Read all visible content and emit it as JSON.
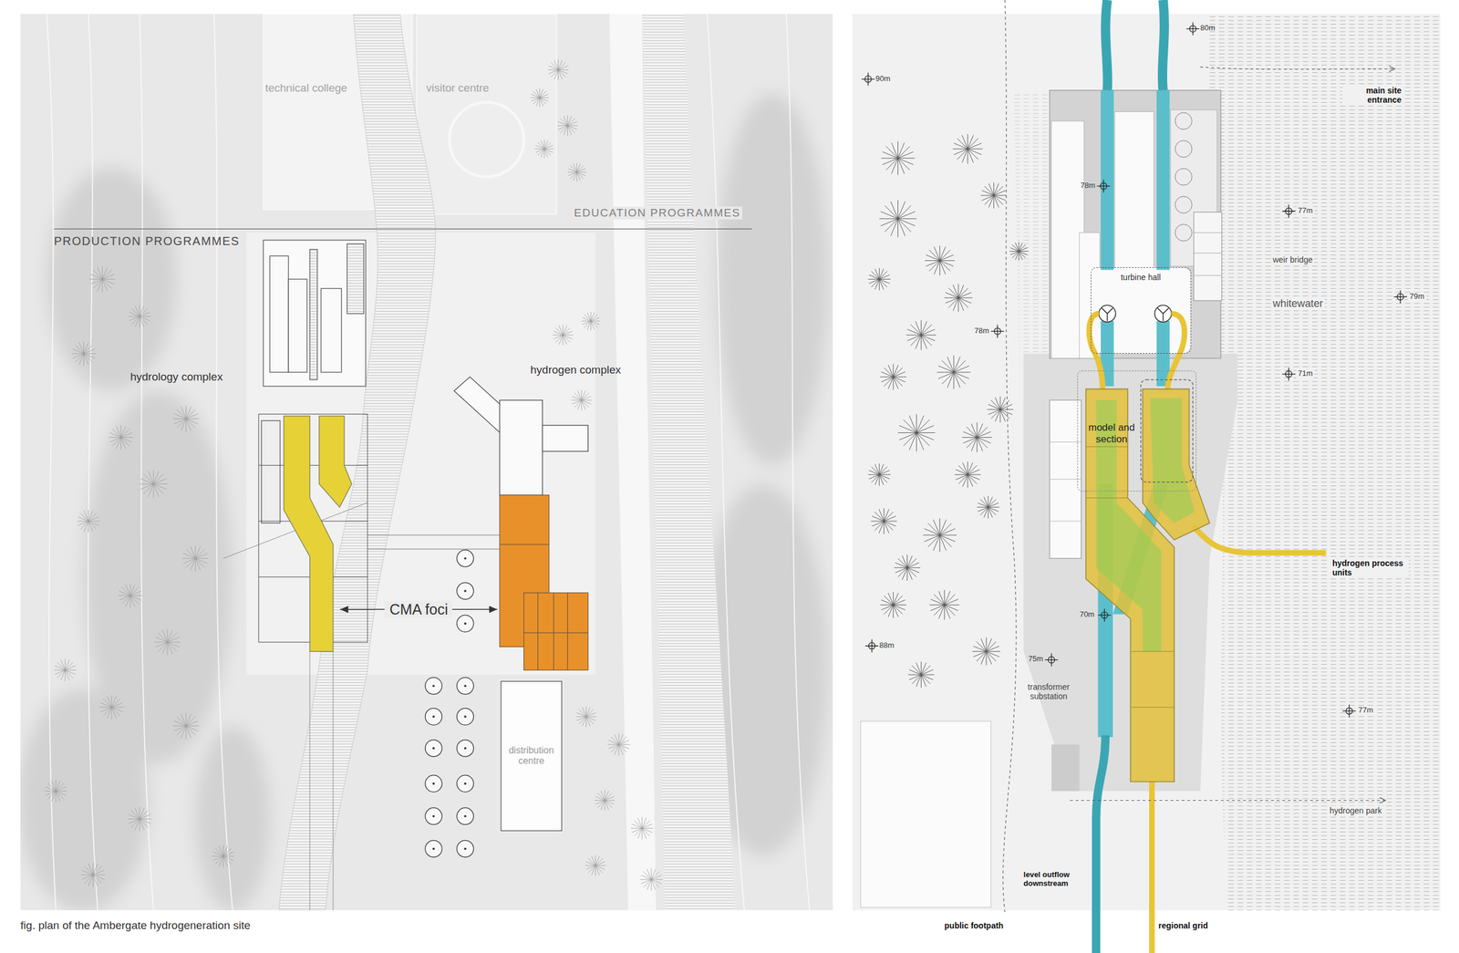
{
  "diagram": {
    "caption": "fig. plan of the Ambergate hydrogeneration site",
    "nodes": [
      {
        "text": [
          "hydrology complex"
        ]
      },
      {
        "text": [
          "hydrogen complex"
        ]
      },
      {
        "text": [
          "distribution centre"
        ]
      },
      {
        "text": [
          "turbine hall"
        ]
      },
      {
        "text": [
          "model and section"
        ]
      }
    ],
    "edges": [
      {
        "from": 0,
        "to": 1,
        "arrow": "both",
        "label": "CMA foci"
      }
    ],
    "labels": [
      "technical college",
      "visitor centre",
      "EDUCATION PROGRAMMES",
      "PRODUCTION PROGRAMMES",
      "80m",
      "main site entrance",
      "90m",
      "78m",
      "77m",
      "weir bridge",
      "79m",
      "whitewater",
      "78m",
      "71m",
      "hydrogen process units",
      "70m",
      "88m",
      "75m",
      "transformer substation",
      "77m",
      "hydrogen park",
      "level outflow downstream",
      "public footpath",
      "regional grid"
    ]
  }
}
